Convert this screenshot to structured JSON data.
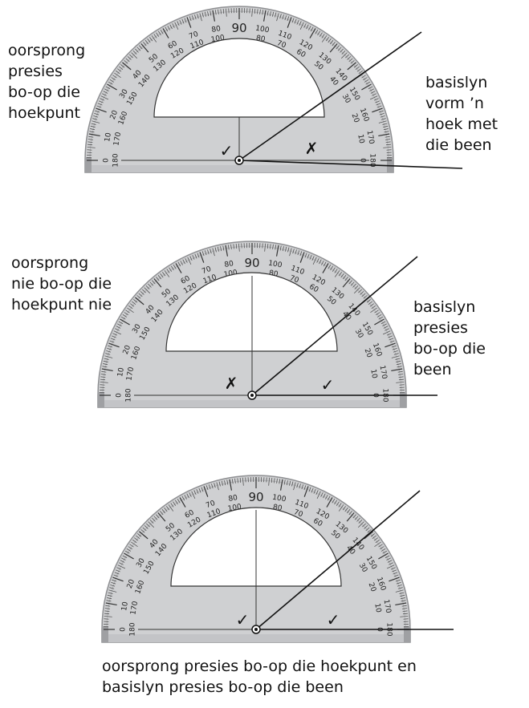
{
  "panels": [
    {
      "left_caption": "oorsprong\npresies\nbo-op die\nhoekpunt",
      "right_caption": "basislyn\nvorm ’n\nhoek met\ndie been",
      "left_mark": "✓",
      "right_mark": "✗"
    },
    {
      "left_caption": "oorsprong\nnie bo-op die\nhoekpunt nie",
      "right_caption": "basislyn\npresies\nbo-op die\nbeen",
      "left_mark": "✗",
      "right_mark": "✓"
    },
    {
      "left_caption": "",
      "right_caption": "",
      "left_mark": "✓",
      "right_mark": "✓"
    }
  ],
  "bottom_caption": "oorsprong presies bo-op die hoekpunt en\nbasislyn presies bo-op die been",
  "protractor": {
    "outer_labels": [
      "0",
      "10",
      "20",
      "30",
      "40",
      "50",
      "60",
      "70",
      "80",
      "90",
      "100",
      "110",
      "120",
      "130",
      "140",
      "150",
      "160",
      "170",
      "180"
    ],
    "inner_labels": [
      "180",
      "170",
      "160",
      "150",
      "140",
      "130",
      "120",
      "110",
      "100",
      "",
      "80",
      "70",
      "60",
      "50",
      "40",
      "30",
      "20",
      "10",
      "0"
    ],
    "center_label": "90"
  },
  "colors": {
    "protractor_fill": "#cfd0d2",
    "protractor_edge": "#8e8f92",
    "window_fill": "#ffffff",
    "line": "#111111"
  }
}
